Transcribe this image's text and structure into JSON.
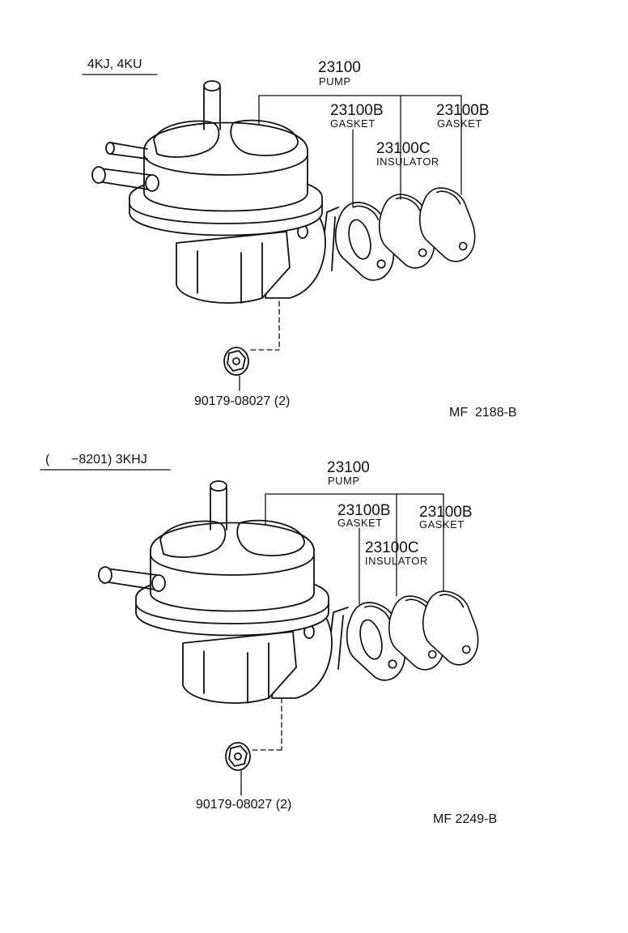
{
  "diagrams": [
    {
      "applicability": "4KJ, 4KU",
      "pump": {
        "part_no": "23100",
        "name": "PUMP"
      },
      "gasket_1": {
        "part_no": "23100B",
        "name": "GASKET"
      },
      "gasket_2": {
        "part_no": "23100B",
        "name": "GASKET"
      },
      "insulator": {
        "part_no": "23100C",
        "name": "INSULATOR"
      },
      "nut": {
        "part_no": "90179-08027",
        "qty": "(2)"
      },
      "ref_code": "MF  2188-B"
    },
    {
      "applicability": "(      −8201) 3KHJ",
      "pump": {
        "part_no": "23100",
        "name": "PUMP"
      },
      "gasket_1": {
        "part_no": "23100B",
        "name": "GASKET"
      },
      "gasket_2": {
        "part_no": "23100B",
        "name": "GASKET"
      },
      "insulator": {
        "part_no": "23100C",
        "name": "INSULATOR"
      },
      "nut": {
        "part_no": "90179-08027",
        "qty": "(2)"
      },
      "ref_code": "MF 2249-B"
    }
  ]
}
